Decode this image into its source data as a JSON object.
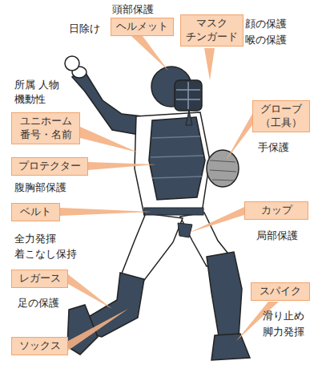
{
  "diagram": {
    "nodes": [
      {
        "text": [
          "ヘルメット"
        ]
      },
      {
        "text": [
          "マスク チンガード"
        ]
      },
      {
        "text": [
          "グローブ （工具）"
        ]
      },
      {
        "text": [
          "ユニホーム 番号・名前"
        ]
      },
      {
        "text": [
          "プロテクター"
        ]
      },
      {
        "text": [
          "ベルト"
        ]
      },
      {
        "text": [
          "カップ"
        ]
      },
      {
        "text": [
          "レガース"
        ]
      },
      {
        "text": [
          "スパイク"
        ]
      },
      {
        "text": [
          "ソックス"
        ]
      }
    ],
    "labels": [
      "頭部保護",
      "日除け",
      "顔の保護",
      "喉の保護",
      "所属 人物",
      "機動性",
      "手保護",
      "腹胸部保護",
      "全力発揮",
      "着こなし保持",
      "局部保護",
      "足の保護",
      "滑り止め",
      "脚力発揮"
    ]
  }
}
